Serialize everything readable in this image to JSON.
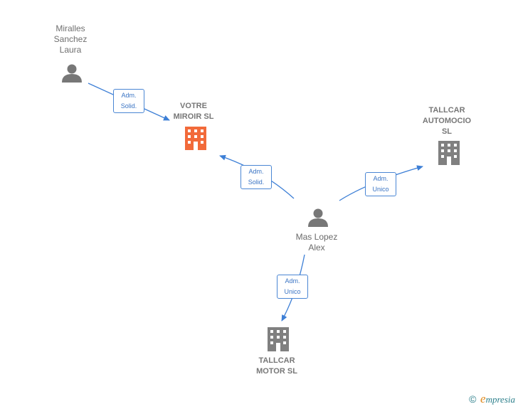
{
  "nodes": {
    "miralles": {
      "label": "Miralles\nSanchez\nLaura",
      "kind": "person"
    },
    "votre": {
      "label": "VOTRE\nMIROIR  SL",
      "kind": "company",
      "highlight": true
    },
    "tallcar_auto": {
      "label": "TALLCAR\nAUTOMOCIO\nSL",
      "kind": "company"
    },
    "mas_lopez": {
      "label": "Mas Lopez\nAlex",
      "kind": "person"
    },
    "tallcar_motor": {
      "label": "TALLCAR\nMOTOR  SL",
      "kind": "company"
    }
  },
  "edges": {
    "miralles_votre": "Adm.\nSolid.",
    "mas_votre": "Adm.\nSolid.",
    "mas_auto": "Adm.\nUnico",
    "mas_motor": "Adm.\nUnico"
  },
  "colors": {
    "edge": "#3d7fd6",
    "person_icon": "#777777",
    "company_icon": "#808080",
    "highlight_company_icon": "#f26a3a"
  },
  "brand": {
    "copyright": "©",
    "name_first": "e",
    "name_rest": "mpresia"
  }
}
